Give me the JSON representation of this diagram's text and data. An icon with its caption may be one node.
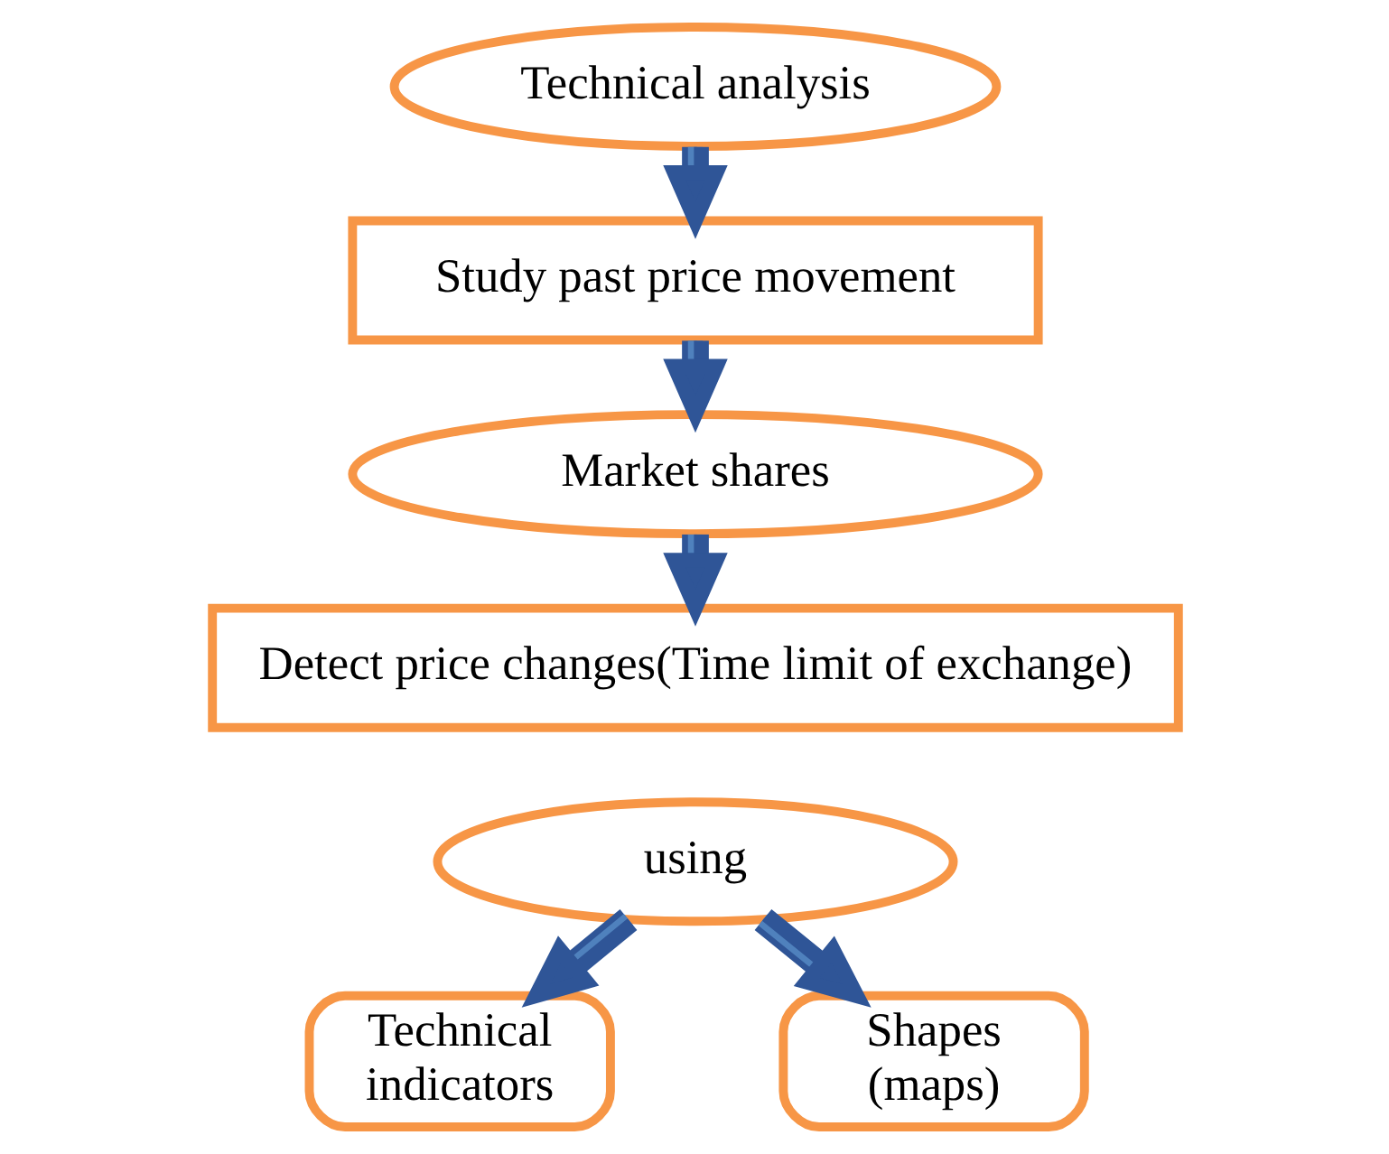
{
  "diagram": {
    "nodes": [
      {
        "text": [
          "Technical analysis"
        ]
      },
      {
        "text": [
          "Study past price movement"
        ]
      },
      {
        "text": [
          "Market shares"
        ]
      },
      {
        "text": [
          "Detect price changes(Time limit of exchange)"
        ]
      },
      {
        "text": [
          "using"
        ]
      },
      {
        "text": [
          "Technical indicators"
        ]
      },
      {
        "text": [
          "Shapes (maps)"
        ]
      }
    ],
    "edges": [
      {
        "from": 0,
        "to": 1,
        "arrow": "to"
      },
      {
        "from": 1,
        "to": 2,
        "arrow": "to"
      },
      {
        "from": 2,
        "to": 3,
        "arrow": "to"
      },
      {
        "from": 4,
        "to": 5,
        "arrow": "to"
      },
      {
        "from": 4,
        "to": 6,
        "arrow": "to"
      }
    ]
  }
}
